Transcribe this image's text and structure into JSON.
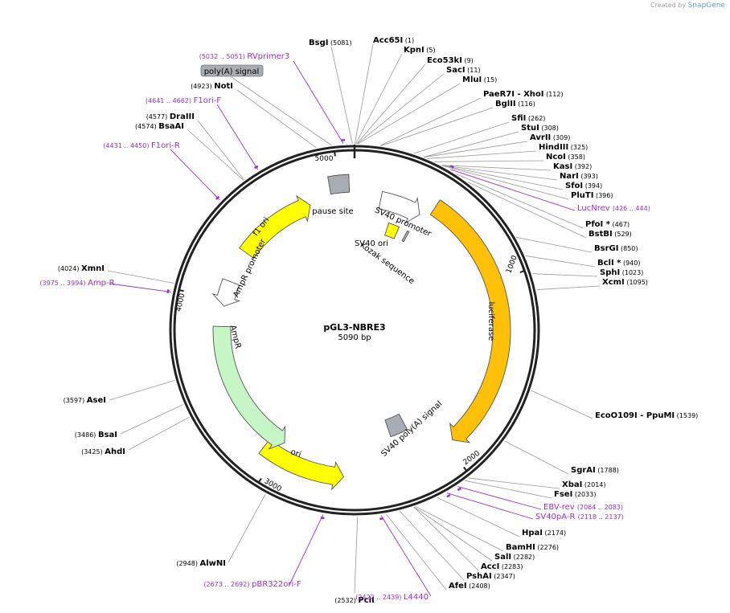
{
  "header": {
    "created_by": "Created by",
    "brand": "SnapGene"
  },
  "plasmid": {
    "name": "pGL3-NBRE3",
    "length_label": "5090 bp",
    "length": 5090
  },
  "colors": {
    "backbone": "#222222",
    "site_line": "#999999",
    "primer": "#9b30c8",
    "feature_yellow": "#ffff00",
    "feature_orange": "#ffc107",
    "feature_green": "#c6f5c6",
    "feature_white": "#ffffff",
    "feature_gray": "#a8adb3"
  },
  "ticks": [
    {
      "bp": 1000,
      "label": "1000"
    },
    {
      "bp": 2000,
      "label": "2000"
    },
    {
      "bp": 3000,
      "label": "3000"
    },
    {
      "bp": 4000,
      "label": "4000"
    },
    {
      "bp": 5000,
      "label": "5000"
    }
  ],
  "sites": [
    {
      "name": "BsgI",
      "pos": "(5081)",
      "bp": 5081
    },
    {
      "name": "Acc65I",
      "pos": "(1)",
      "bp": 1
    },
    {
      "name": "KpnI",
      "pos": "(5)",
      "bp": 5
    },
    {
      "name": "Eco53kI",
      "pos": "(9)",
      "bp": 9
    },
    {
      "name": "SacI",
      "pos": "(11)",
      "bp": 11
    },
    {
      "name": "MluI",
      "pos": "(15)",
      "bp": 15
    },
    {
      "name": "PaeR7I",
      "name2": "XhoI",
      "pos": "(112)",
      "bp": 112
    },
    {
      "name": "BglII",
      "pos": "(116)",
      "bp": 116
    },
    {
      "name": "SfiI",
      "pos": "(262)",
      "bp": 262
    },
    {
      "name": "StuI",
      "pos": "(308)",
      "bp": 308
    },
    {
      "name": "AvrII",
      "pos": "(309)",
      "bp": 309
    },
    {
      "name": "HindIII",
      "pos": "(325)",
      "bp": 325
    },
    {
      "name": "NcoI",
      "pos": "(358)",
      "bp": 358
    },
    {
      "name": "KasI",
      "pos": "(392)",
      "bp": 392
    },
    {
      "name": "NarI",
      "pos": "(393)",
      "bp": 393
    },
    {
      "name": "SfoI",
      "pos": "(394)",
      "bp": 394
    },
    {
      "name": "PluTI",
      "pos": "(396)",
      "bp": 396
    },
    {
      "name": "PfoI *",
      "pos": "(467)",
      "bp": 467
    },
    {
      "name": "BstBI",
      "pos": "(529)",
      "bp": 529
    },
    {
      "name": "BsrGI",
      "pos": "(850)",
      "bp": 850
    },
    {
      "name": "BclI *",
      "pos": "(940)",
      "bp": 940
    },
    {
      "name": "SphI",
      "pos": "(1023)",
      "bp": 1023
    },
    {
      "name": "XcmI",
      "pos": "(1095)",
      "bp": 1095
    },
    {
      "name": "EcoO109I",
      "name2": "PpuMI",
      "pos": "(1539)",
      "bp": 1539
    },
    {
      "name": "SgrAI",
      "pos": "(1788)",
      "bp": 1788
    },
    {
      "name": "XbaI",
      "pos": "(2014)",
      "bp": 2014
    },
    {
      "name": "FseI",
      "pos": "(2033)",
      "bp": 2033
    },
    {
      "name": "HpaI",
      "pos": "(2174)",
      "bp": 2174
    },
    {
      "name": "BamHI",
      "pos": "(2276)",
      "bp": 2276
    },
    {
      "name": "SalI",
      "pos": "(2282)",
      "bp": 2282
    },
    {
      "name": "AccI",
      "pos": "(2283)",
      "bp": 2283
    },
    {
      "name": "PshAI",
      "pos": "(2347)",
      "bp": 2347
    },
    {
      "name": "AfeI",
      "pos": "(2408)",
      "bp": 2408
    },
    {
      "name": "PciI",
      "pos": "(2532)",
      "bp": 2532
    },
    {
      "name": "AlwNI",
      "pos": "(2948)",
      "bp": 2948
    },
    {
      "name": "AhdI",
      "pos": "(3425)",
      "bp": 3425
    },
    {
      "name": "BsaI",
      "pos": "(3486)",
      "bp": 3486
    },
    {
      "name": "AseI",
      "pos": "(3597)",
      "bp": 3597
    },
    {
      "name": "XmnI",
      "pos": "(4024)",
      "bp": 4024
    },
    {
      "name": "BsaAI",
      "pos": "(4574)",
      "bp": 4574
    },
    {
      "name": "DraIII",
      "pos": "(4577)",
      "bp": 4577
    },
    {
      "name": "NotI",
      "pos": "(4923)",
      "bp": 4923
    }
  ],
  "primers": [
    {
      "name": "RVprimer3",
      "range": "(5032 .. 5051)",
      "bp": 5041
    },
    {
      "name": "F1ori-F",
      "range": "(4641 .. 4662)",
      "bp": 4651
    },
    {
      "name": "F1ori-R",
      "range": "(4431 .. 4450)",
      "bp": 4440
    },
    {
      "name": "LucNrev",
      "range": "(426 .. 444)",
      "bp": 435
    },
    {
      "name": "Amp-R",
      "range": "(3975 .. 3994)",
      "bp": 3984
    },
    {
      "name": "EBV-rev",
      "range": "(2064 .. 2083)",
      "bp": 2073
    },
    {
      "name": "SV40pA-R",
      "range": "(2118 .. 2137)",
      "bp": 2127
    },
    {
      "name": "L4440",
      "range": "(2422 .. 2439)",
      "bp": 2430
    },
    {
      "name": "pBR322ori-F",
      "range": "(2673 .. 2692)",
      "bp": 2682
    }
  ],
  "features": [
    {
      "name": "poly(A) signal"
    },
    {
      "name": "pause site"
    },
    {
      "name": "SV40 promoter"
    },
    {
      "name": "SV40 ori"
    },
    {
      "name": "Kozak sequence"
    },
    {
      "name": "luciferase"
    },
    {
      "name": "SV40 poly(A) signal"
    },
    {
      "name": "ori"
    },
    {
      "name": "AmpR"
    },
    {
      "name": "AmpR promoter"
    },
    {
      "name": "f1 ori"
    }
  ]
}
